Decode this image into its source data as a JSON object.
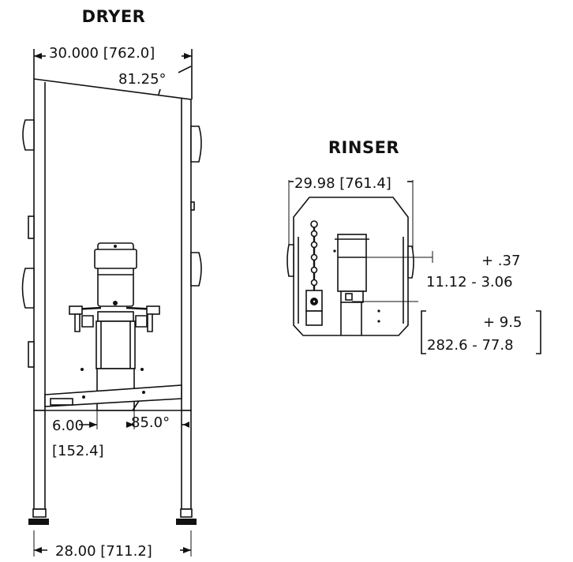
{
  "dryer": {
    "title": "DRYER",
    "width_label": "30.000 [762.0]",
    "angle_top_label": "81.25°",
    "opening_label": "6.00",
    "opening_metric_label": "[152.4]",
    "angle_bottom_label": "85.0°",
    "base_label": "28.00 [711.2]"
  },
  "rinser": {
    "title": "RINSER",
    "width_label": "29.98 [761.4]",
    "imperial_top_label": "+ .37",
    "imperial_range_label": "11.12 - 3.06",
    "metric_top_label": "+ 9.5",
    "metric_range_label": "282.6 - 77.8"
  }
}
